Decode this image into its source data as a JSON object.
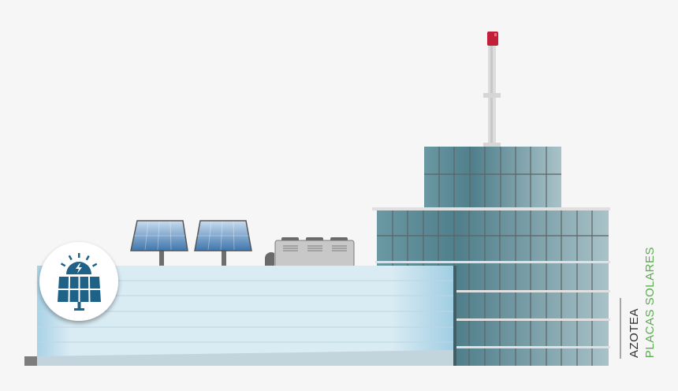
{
  "illustration": {
    "subject": "building-rooftop-with-solar-panels",
    "icon": "solar-panel-icon",
    "colors": {
      "background": "#f6f6f6",
      "icon_blue": "#1f6287",
      "tower_glass": "#5e8c97",
      "low_building_glass": "#d9ebf3",
      "beacon_red": "#c0203a",
      "label_dark": "#333333",
      "label_green": "#5aae4e"
    }
  },
  "labels": {
    "section": "AZOTEA",
    "feature": "PLACAS SOLARES"
  }
}
